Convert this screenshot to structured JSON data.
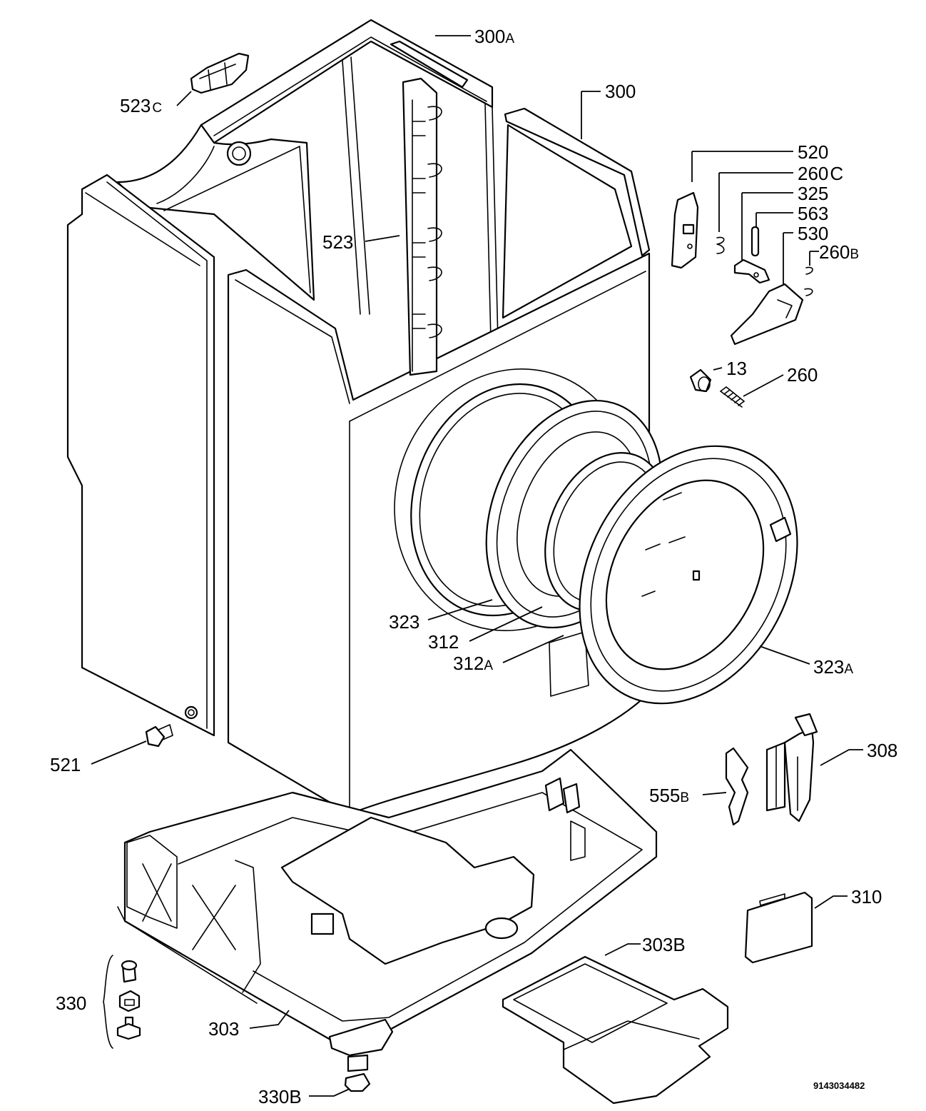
{
  "diagram": {
    "reference_number": "9143034482",
    "callouts": [
      {
        "id": "300A",
        "main": "300",
        "suffix": "A"
      },
      {
        "id": "300",
        "main": "300",
        "suffix": ""
      },
      {
        "id": "523C",
        "main": "523",
        "suffix": "C"
      },
      {
        "id": "523",
        "main": "523",
        "suffix": ""
      },
      {
        "id": "520",
        "main": "520",
        "suffix": ""
      },
      {
        "id": "260C",
        "main": "260",
        "suffix": "C"
      },
      {
        "id": "325",
        "main": "325",
        "suffix": ""
      },
      {
        "id": "563",
        "main": "563",
        "suffix": ""
      },
      {
        "id": "530",
        "main": "530",
        "suffix": ""
      },
      {
        "id": "260B",
        "main": "260",
        "suffix": "B"
      },
      {
        "id": "13",
        "main": "13",
        "suffix": ""
      },
      {
        "id": "260",
        "main": "260",
        "suffix": ""
      },
      {
        "id": "323",
        "main": "323",
        "suffix": ""
      },
      {
        "id": "312",
        "main": "312",
        "suffix": ""
      },
      {
        "id": "312A",
        "main": "312",
        "suffix": "A"
      },
      {
        "id": "323A",
        "main": "323",
        "suffix": "A"
      },
      {
        "id": "521",
        "main": "521",
        "suffix": ""
      },
      {
        "id": "308",
        "main": "308",
        "suffix": ""
      },
      {
        "id": "555B",
        "main": "555",
        "suffix": "B"
      },
      {
        "id": "310",
        "main": "310",
        "suffix": ""
      },
      {
        "id": "303B",
        "main": "303",
        "suffix": "B"
      },
      {
        "id": "330",
        "main": "330",
        "suffix": ""
      },
      {
        "id": "303",
        "main": "303",
        "suffix": ""
      },
      {
        "id": "330B",
        "main": "330",
        "suffix": "B"
      }
    ]
  }
}
